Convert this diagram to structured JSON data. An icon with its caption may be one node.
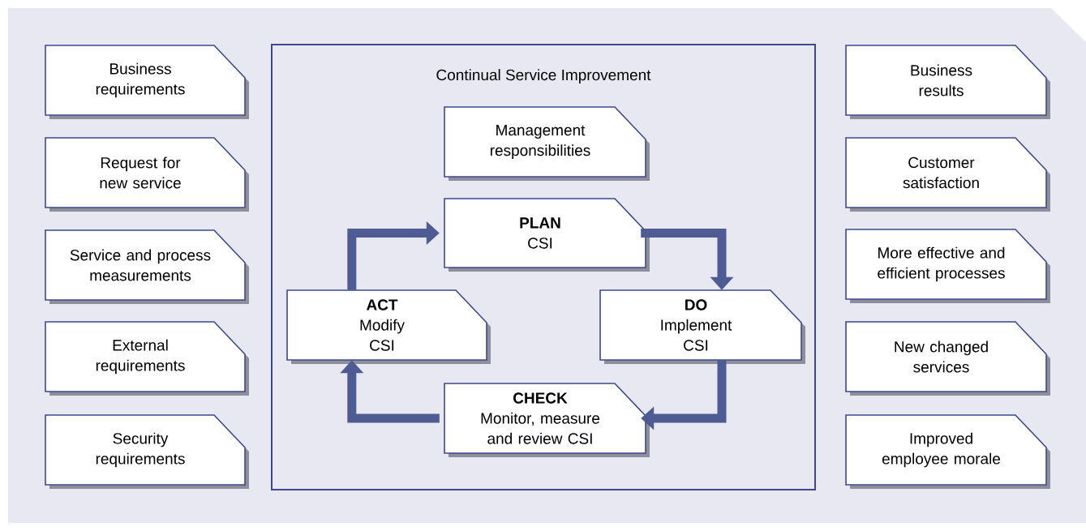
{
  "diagram": {
    "nodes": [
      {
        "text": [
          "Business requirements"
        ]
      },
      {
        "text": [
          "Request for new service"
        ]
      },
      {
        "text": [
          "Service and process measurements"
        ]
      },
      {
        "text": [
          "External requirements"
        ]
      },
      {
        "text": [
          "Security requirements"
        ]
      },
      {
        "text": [
          "Continual Service Improvement"
        ]
      },
      {
        "text": [
          "Management responsibilities"
        ],
        "in": 5
      },
      {
        "text": [
          "PLAN",
          "CSI"
        ],
        "in": 5
      },
      {
        "text": [
          "ACT",
          "Modify CSI"
        ],
        "in": 5
      },
      {
        "text": [
          "DO",
          "Implement CSI"
        ],
        "in": 5
      },
      {
        "text": [
          "CHECK",
          "Monitor, measure and review CSI"
        ],
        "in": 5
      },
      {
        "text": [
          "Business results"
        ]
      },
      {
        "text": [
          "Customer satisfaction"
        ]
      },
      {
        "text": [
          "More effective and efficient processes"
        ]
      },
      {
        "text": [
          "New changed services"
        ]
      },
      {
        "text": [
          "Improved employee morale"
        ]
      }
    ],
    "edges": [
      {
        "from": 8,
        "to": 7,
        "arrow": "to"
      },
      {
        "from": 7,
        "to": 9,
        "arrow": "to"
      },
      {
        "from": 9,
        "to": 10,
        "arrow": "to"
      },
      {
        "from": 10,
        "to": 8,
        "arrow": "to"
      }
    ]
  }
}
